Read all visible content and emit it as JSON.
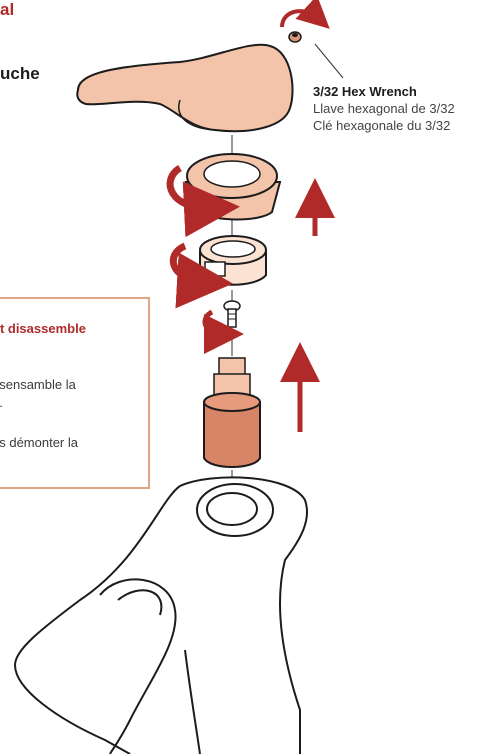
{
  "colors": {
    "accent": "#b02a2a",
    "part_fill": "#f3c3aa",
    "part_dark": "#d9977a",
    "cartridge": "#d88466",
    "outline": "#1c1c1c",
    "note_border": "#e0a585"
  },
  "headings": {
    "line1": "al",
    "line2": "uche"
  },
  "wrench_label": {
    "en": "3/32 Hex Wrench",
    "es": "Llave hexagonal de 3/32",
    "fr": "Clé hexagonale du 3/32"
  },
  "note": {
    "title": "ot disassemble",
    "es_line1": "esensamble la",
    "es_line2": "o.",
    "fr_line1": "as démonter la"
  },
  "icons": [
    "rotate-arrow-icon",
    "up-arrow-icon"
  ]
}
